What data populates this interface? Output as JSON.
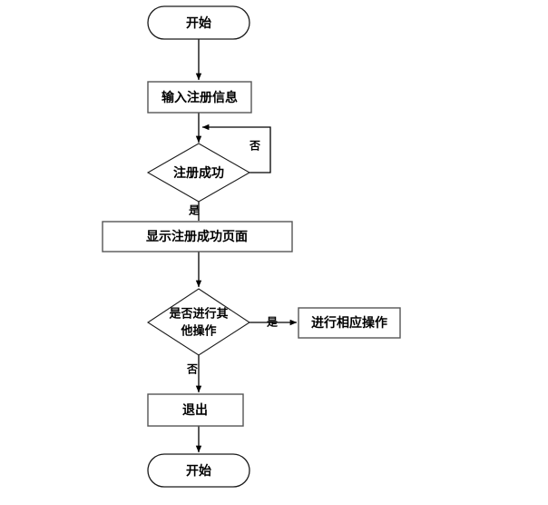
{
  "diagram": {
    "type": "flowchart",
    "orientation": "top-to-bottom",
    "language": "zh-CN",
    "background_color": "#ffffff",
    "line_color": "#000000",
    "box_border_color": "#555555",
    "text_color": "#000000",
    "nodes": {
      "start": {
        "label": "开始",
        "shape": "terminal"
      },
      "input_info": {
        "label": "输入注册信息",
        "shape": "process"
      },
      "register_success": {
        "label": "注册成功",
        "shape": "decision"
      },
      "show_success_page": {
        "label": "显示注册成功页面",
        "shape": "process"
      },
      "other_ops_line1": {
        "label": "是否进行其",
        "shape": "decision"
      },
      "other_ops_line2": {
        "label": "他操作",
        "shape": "decision"
      },
      "do_ops": {
        "label": "进行相应操作",
        "shape": "process"
      },
      "exit": {
        "label": "退出",
        "shape": "process"
      },
      "end": {
        "label": "开始",
        "shape": "terminal"
      }
    },
    "edge_labels": {
      "register_no": "否",
      "register_yes": "是",
      "other_ops_yes": "是",
      "other_ops_no": "否"
    }
  }
}
